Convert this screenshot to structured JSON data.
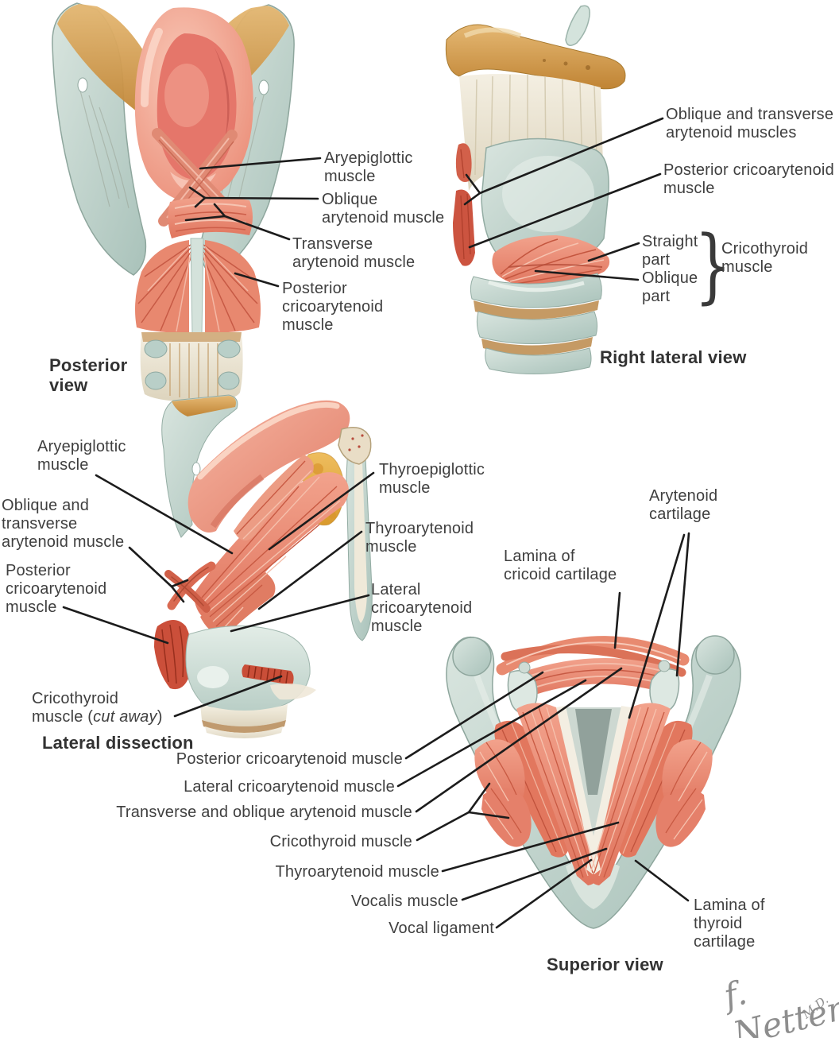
{
  "posterior_view": {
    "title": "Posterior\nview",
    "labels": {
      "aryepiglottic": "Aryepiglottic\nmuscle",
      "oblique_arytenoid": "Oblique\narytenoid muscle",
      "transverse_arytenoid": "Transverse\narytenoid muscle",
      "posterior_cricoarytenoid": "Posterior\ncricoarytenoid\nmuscle"
    }
  },
  "right_lateral_view": {
    "title": "Right lateral view",
    "brace": "}",
    "labels": {
      "oblique_and_transverse": "Oblique and transverse\narytenoid muscles",
      "posterior_cricoarytenoid": "Posterior cricoarytenoid\nmuscle",
      "straight_part": "Straight\npart",
      "oblique_part": "Oblique\npart",
      "cricothyroid": "Cricothyroid\nmuscle"
    }
  },
  "lateral_dissection": {
    "title": "Lateral dissection",
    "labels": {
      "aryepiglottic": "Aryepiglottic\nmuscle",
      "oblique_and_transverse": "Oblique and\ntransverse\narytenoid muscle",
      "posterior_cricoarytenoid": "Posterior\ncricoarytenoid\nmuscle",
      "thyroepiglottic": "Thyroepiglottic\nmuscle",
      "thyroarytenoid": "Thyroarytenoid\nmuscle",
      "lateral_cricoarytenoid": "Lateral\ncricoarytenoid\nmuscle",
      "cricothyroid_pre": "Cricothyroid\nmuscle (",
      "cricothyroid_cut": "cut away",
      "cricothyroid_post": ")"
    }
  },
  "superior_view": {
    "title": "Superior view",
    "labels": {
      "arytenoid_cartilage": "Arytenoid\ncartilage",
      "lamina_of_cricoid": "Lamina of\ncricoid cartilage",
      "posterior_cricoarytenoid": "Posterior cricoarytenoid muscle",
      "lateral_cricoarytenoid": "Lateral cricoarytenoid muscle",
      "transverse_and_oblique": "Transverse and oblique arytenoid muscle",
      "cricothyroid": "Cricothyroid muscle",
      "thyroarytenoid": "Thyroarytenoid muscle",
      "vocalis": "Vocalis muscle",
      "vocal_ligament": "Vocal ligament",
      "lamina_of_thyroid": "Lamina of\nthyroid\ncartilage"
    }
  },
  "signature": {
    "name": "f. Netter",
    "credential": "M.D."
  },
  "colors": {
    "muscle": "#e98a74",
    "muscle_dark": "#c85a43",
    "muscle_deep_red": "#cb4f3a",
    "muscle_light": "#f6c2ae",
    "epiglottis": "#ef9581",
    "cartilage": "#b9cfc8",
    "cartilage_light": "#dde8e2",
    "cartilage_shadow": "#8ea69d",
    "bone_tan": "#d29a52",
    "membrane_cream": "#efe9da",
    "fat_yellow": "#e6a93e",
    "leader_line": "#1c1c1c",
    "label_text": "#3f3f3f",
    "signature_gray": "#8e8e8e"
  }
}
